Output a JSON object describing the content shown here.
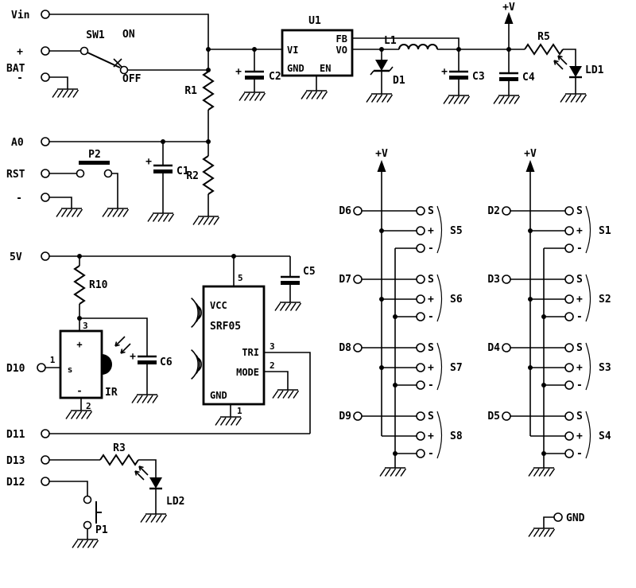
{
  "power": {
    "vin": "Vin",
    "switch": {
      "name": "SW1",
      "on": "ON",
      "off": "OFF"
    },
    "battery": {
      "plus": "+",
      "label": "BAT",
      "minus": "-"
    },
    "r1": "R1",
    "r2": "R2",
    "c1": {
      "label": "C1",
      "plus": "+"
    },
    "c2": {
      "label": "C2",
      "plus": "+"
    },
    "a0": "A0",
    "rst": "RST",
    "p2": "P2",
    "neg": "-",
    "u1": {
      "label": "U1",
      "vi": "VI",
      "fb": "FB",
      "vo": "VO",
      "gnd": "GND",
      "en": "EN"
    },
    "l1": "L1",
    "d1": "D1",
    "c3": {
      "label": "C3",
      "plus": "+"
    },
    "c4": "C4",
    "vplus": "+V",
    "r5": "R5",
    "ld1": "LD1"
  },
  "sensor": {
    "v5": "5V",
    "r10": "R10",
    "d10": "D10",
    "ir": {
      "label": "IR",
      "pin1": "1",
      "pin2": "2",
      "pin3": "3",
      "plus": "+",
      "s": "s",
      "minus": "-"
    },
    "c6": {
      "label": "C6",
      "plus": "+"
    },
    "c5": "C5",
    "srf05": {
      "label": "SRF05",
      "vcc": "VCC",
      "tri": "TRI",
      "mode": "MODE",
      "gnd": "GND",
      "pin5": "5",
      "pin3": "3",
      "pin2": "2",
      "pin1": "1"
    },
    "d11": "D11"
  },
  "bottom": {
    "d13": "D13",
    "r3": "R3",
    "ld2": "LD2",
    "d12": "D12",
    "p1": "P1"
  },
  "servo_left": {
    "vplus": "+V",
    "groups": [
      {
        "input": "D6",
        "name": "S5",
        "s": "S",
        "plus": "+",
        "minus": "-"
      },
      {
        "input": "D7",
        "name": "S6",
        "s": "S",
        "plus": "+",
        "minus": "-"
      },
      {
        "input": "D8",
        "name": "S7",
        "s": "S",
        "plus": "+",
        "minus": "-"
      },
      {
        "input": "D9",
        "name": "S8",
        "s": "S",
        "plus": "+",
        "minus": "-"
      }
    ]
  },
  "servo_right": {
    "vplus": "+V",
    "gnd": "GND",
    "groups": [
      {
        "input": "D2",
        "name": "S1",
        "s": "S",
        "plus": "+",
        "minus": "-"
      },
      {
        "input": "D3",
        "name": "S2",
        "s": "S",
        "plus": "+",
        "minus": "-"
      },
      {
        "input": "D4",
        "name": "S3",
        "s": "S",
        "plus": "+",
        "minus": "-"
      },
      {
        "input": "D5",
        "name": "S4",
        "s": "S",
        "plus": "+",
        "minus": "-"
      }
    ]
  }
}
